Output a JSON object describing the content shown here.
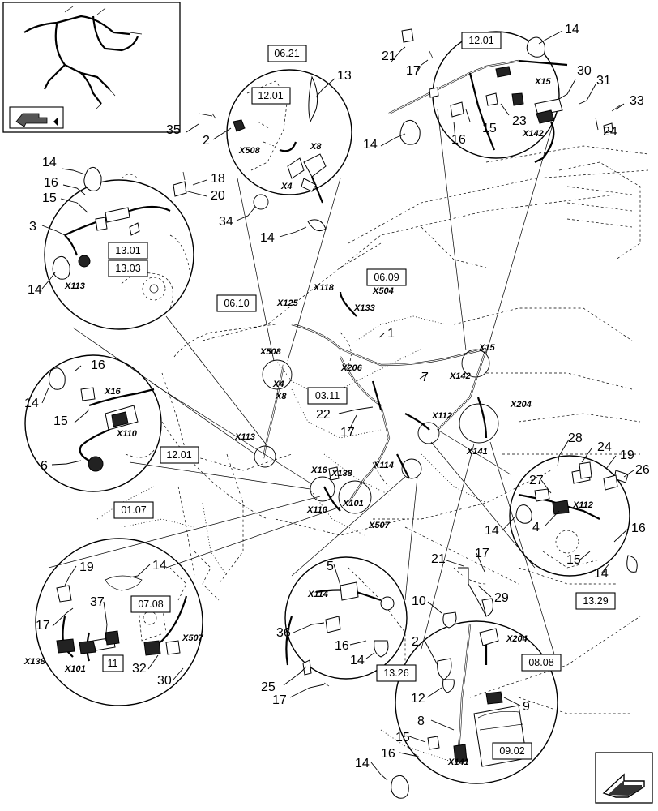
{
  "refs": {
    "r0621": "06.21",
    "r1201a": "12.01",
    "r1201b": "12.01",
    "r1201c": "12.01",
    "r1301": "13.01",
    "r1303": "13.03",
    "r0609": "06.09",
    "r0610": "06.10",
    "r0311": "03.11",
    "r0107": "01.07",
    "r0708": "07.08",
    "r11": "11",
    "r1326": "13.26",
    "r1329": "13.29",
    "r0808": "08.08",
    "r0902": "09.02"
  },
  "connectors": {
    "x508a": "X508",
    "x8a": "X8",
    "x4a": "X4",
    "x15a": "X15",
    "x142a": "X142",
    "x113a": "X113",
    "x118": "X118",
    "x504": "X504",
    "x125": "X125",
    "x133": "X133",
    "x508b": "X508",
    "x4b": "X4",
    "x8b": "X8",
    "x206": "X206",
    "x15b": "X15",
    "x142b": "X142",
    "x204a": "X204",
    "x16a": "X16",
    "x110a": "X110",
    "x113b": "X113",
    "x16b": "X16",
    "x138a": "X138",
    "x110b": "X110",
    "x101a": "X101",
    "x114a": "X114",
    "x507a": "X507",
    "x112a": "X112",
    "x141a": "X141",
    "x112b": "X112",
    "x138b": "X138",
    "x101b": "X101",
    "x507b": "X507",
    "x114b": "X114",
    "x204b": "X204",
    "x141b": "X141"
  },
  "parts": {
    "p21a": "21",
    "p17a": "17",
    "p14a": "14",
    "p30": "30",
    "p31": "31",
    "p33": "33",
    "p13": "13",
    "p35": "35",
    "p2a": "2",
    "p14b": "14",
    "p15a": "15",
    "p16a": "16",
    "p23": "23",
    "p24a": "24",
    "p14c": "14",
    "p16b": "16",
    "p15b": "15",
    "p18": "18",
    "p20": "20",
    "p34": "34",
    "p14d": "14",
    "p3": "3",
    "p14e": "14",
    "p1": "1",
    "p7": "7",
    "p14f": "14",
    "p16c": "16",
    "p15c": "15",
    "p6": "6",
    "p22": "22",
    "p17b": "17",
    "p28": "28",
    "p24b": "24",
    "p19a": "19",
    "p26": "26",
    "p27": "27",
    "p14g": "14",
    "p4": "4",
    "p16d": "16",
    "p15d": "15",
    "p14h": "14",
    "p19b": "19",
    "p14i": "14",
    "p17c": "17",
    "p37": "37",
    "p32": "32",
    "p30b": "30",
    "p5": "5",
    "p36": "36",
    "p16e": "16",
    "p14j": "14",
    "p10": "10",
    "p21b": "21",
    "p17d": "17",
    "p29": "29",
    "p2b": "2",
    "p25": "25",
    "p17e": "17",
    "p12": "12",
    "p9": "9",
    "p8": "8",
    "p15e": "15",
    "p16f": "16",
    "p14k": "14"
  },
  "icons": [
    "harness-overview-thumbnail",
    "page-arrow-icon",
    "next-page-arrow-icon"
  ]
}
